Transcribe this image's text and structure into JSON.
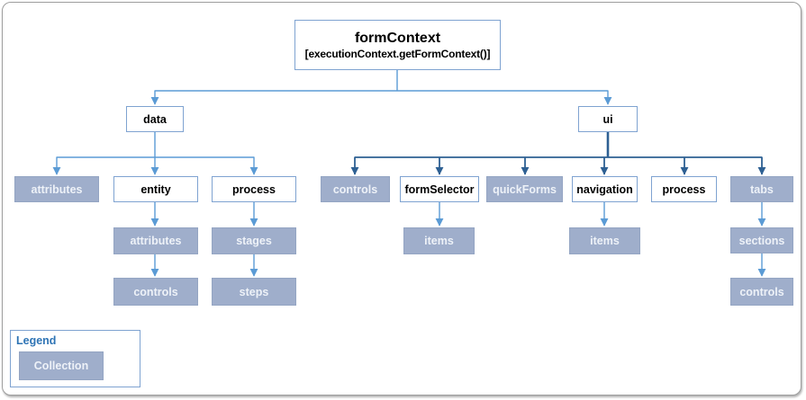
{
  "root": {
    "title": "formContext",
    "subtitle": "[executionContext.getFormContext()]"
  },
  "nodes": {
    "data": {
      "label": "data",
      "type": "object"
    },
    "ui": {
      "label": "ui",
      "type": "object"
    },
    "data_attributes": {
      "label": "attributes",
      "type": "collection"
    },
    "entity": {
      "label": "entity",
      "type": "object"
    },
    "data_process": {
      "label": "process",
      "type": "object"
    },
    "entity_attributes": {
      "label": "attributes",
      "type": "collection"
    },
    "entity_controls": {
      "label": "controls",
      "type": "collection"
    },
    "process_stages": {
      "label": "stages",
      "type": "collection"
    },
    "process_steps": {
      "label": "steps",
      "type": "collection"
    },
    "ui_controls": {
      "label": "controls",
      "type": "collection"
    },
    "form_selector": {
      "label": "formSelector",
      "type": "object"
    },
    "quick_forms": {
      "label": "quickForms",
      "type": "collection"
    },
    "navigation": {
      "label": "navigation",
      "type": "object"
    },
    "ui_process": {
      "label": "process",
      "type": "object"
    },
    "tabs": {
      "label": "tabs",
      "type": "collection"
    },
    "form_selector_items": {
      "label": "items",
      "type": "collection"
    },
    "navigation_items": {
      "label": "items",
      "type": "collection"
    },
    "tabs_sections": {
      "label": "sections",
      "type": "collection"
    },
    "tabs_controls": {
      "label": "controls",
      "type": "collection"
    }
  },
  "legend": {
    "title": "Legend",
    "collection_label": "Collection"
  },
  "colors": {
    "collection_fill": "#9FAECB",
    "collection_text": "#EEF2F8",
    "object_border": "#7FA3D1",
    "connector_light": "#5B9BD5",
    "connector_dark": "#2E6093",
    "legend_title": "#2E74B5",
    "frame_border": "#9E9E9E"
  }
}
